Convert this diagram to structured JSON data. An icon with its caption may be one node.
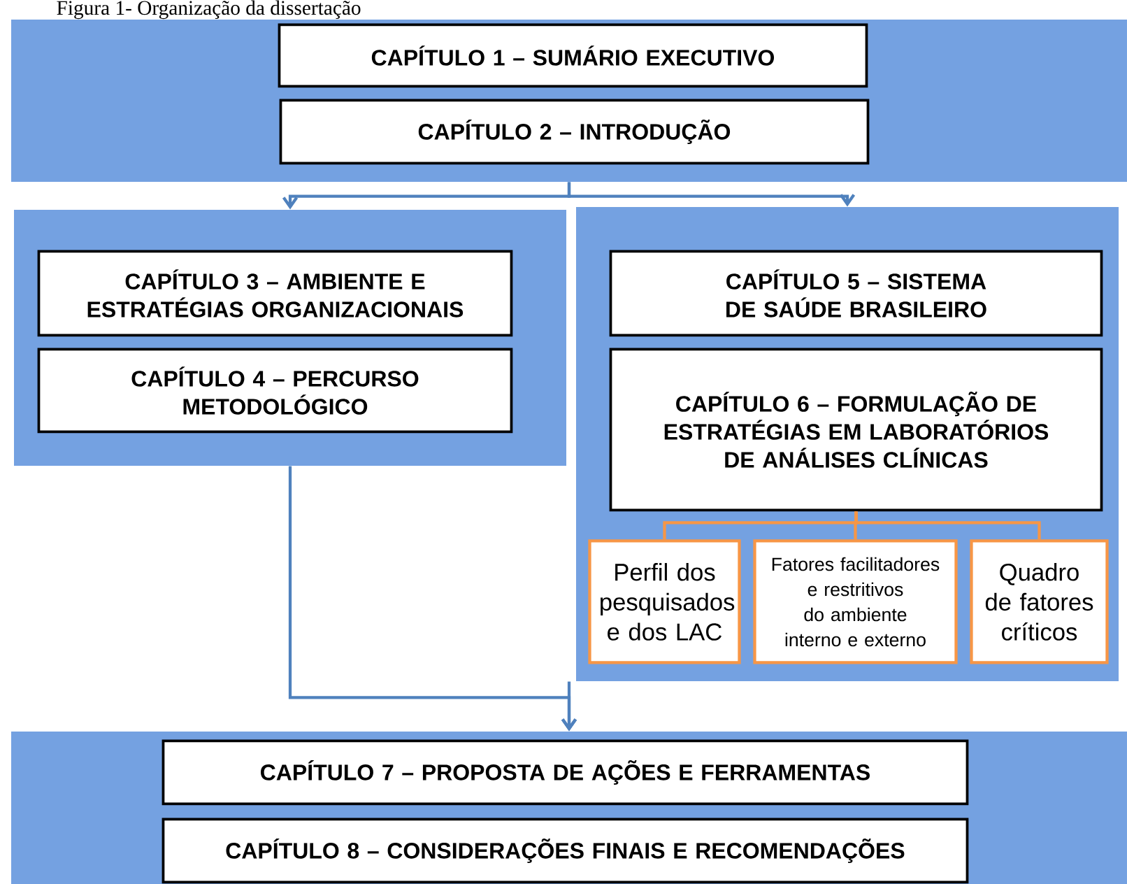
{
  "diagram": {
    "title": "Figura 1- Organização da dissertação",
    "nodes": [
      {
        "text": [],
        "shape": "box"
      },
      {
        "text": [
          "CAPÍTULO 1 – SUMÁRIO EXECUTIVO"
        ],
        "in": 0
      },
      {
        "text": [
          "CAPÍTULO 2 – INTRODUÇÃO"
        ],
        "in": 0
      },
      {
        "text": [],
        "shape": "box"
      },
      {
        "text": [
          "CAPÍTULO 3 – AMBIENTE E ESTRATÉGIAS ORGANIZACIONAIS"
        ],
        "in": 3
      },
      {
        "text": [
          "CAPÍTULO 4 – PERCURSO METODOLÓGICO"
        ],
        "in": 3
      },
      {
        "text": [],
        "shape": "box"
      },
      {
        "text": [
          "CAPÍTULO 5 – SISTEMA DE SAÚDE BRASILEIRO"
        ],
        "in": 6
      },
      {
        "text": [
          "CAPÍTULO 6 – FORMULAÇÃO DE ESTRATÉGIAS EM LABORATÓRIOS DE ANÁLISES CLÍNICAS"
        ],
        "in": 6
      },
      {
        "text": [
          "Perfil dos pesquisados e dos LAC"
        ],
        "in": 6
      },
      {
        "text": [
          "Fatores facilitadores e restritivos do ambiente interno e externo"
        ],
        "in": 6
      },
      {
        "text": [
          "Quadro de fatores críticos"
        ],
        "in": 6
      },
      {
        "text": [],
        "shape": "box"
      },
      {
        "text": [
          "CAPÍTULO 7 – PROPOSTA DE AÇÕES E FERRAMENTAS"
        ],
        "in": 12
      },
      {
        "text": [
          "CAPÍTULO 8 – CONSIDERAÇÕES FINAIS E RECOMENDAÇÕES"
        ],
        "in": 12
      }
    ],
    "edges": [
      {
        "from": 0,
        "to": 3,
        "arrow": "to"
      },
      {
        "from": 0,
        "to": 6,
        "arrow": "to"
      },
      {
        "from": 8,
        "to": 9,
        "arrow": "none",
        "color": "#f79646"
      },
      {
        "from": 8,
        "to": 10,
        "arrow": "none",
        "color": "#f79646"
      },
      {
        "from": 8,
        "to": 11,
        "arrow": "none",
        "color": "#f79646"
      },
      {
        "from": 3,
        "to": 12,
        "arrow": "to"
      },
      {
        "from": 6,
        "to": 12,
        "arrow": "to"
      }
    ]
  }
}
